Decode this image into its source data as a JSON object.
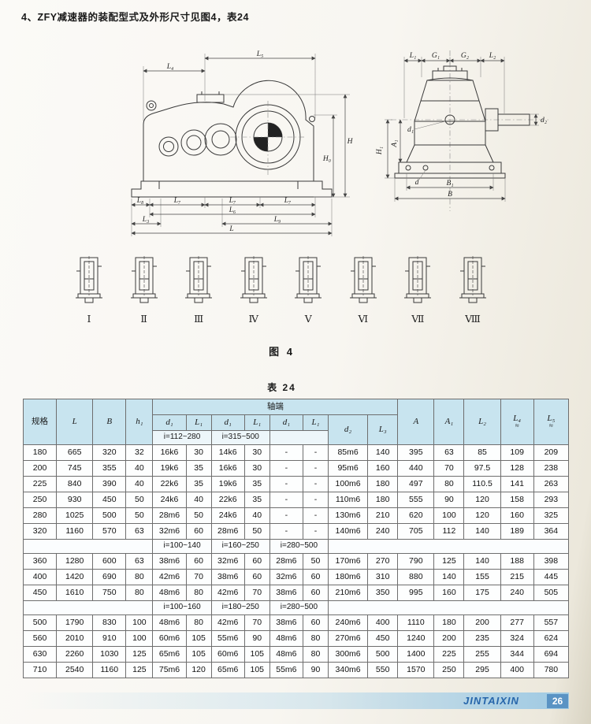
{
  "page": {
    "heading": "4、ZFY减速器的装配型式及外形尺寸见图4，表24",
    "figure_caption": "图 4",
    "table_caption": "表 24"
  },
  "footer": {
    "brand": "JINTAIXIN",
    "page_number": "26"
  },
  "figure": {
    "side_view_labels": {
      "l4": "L₄",
      "l5": "L₅",
      "h": "H",
      "h0": "H₀",
      "l8": "L₈",
      "l7a": "L₇",
      "l7b": "L₇",
      "l7c": "L₇",
      "l6": "L₆",
      "l3": "L₃",
      "l9": "L₉",
      "l": "L"
    },
    "end_view_labels": {
      "l1": "L₁",
      "g1": "G₁",
      "g2": "G₂",
      "l2": "L₂",
      "d2": "d₂",
      "h1": "H₁",
      "a1": "A₁",
      "d1": "d₁",
      "d": "d",
      "b1": "B₁",
      "b": "B"
    },
    "assembly_types": [
      "Ⅰ",
      "Ⅱ",
      "Ⅲ",
      "Ⅳ",
      "Ⅴ",
      "Ⅵ",
      "Ⅶ",
      "Ⅷ"
    ]
  },
  "table": {
    "header": {
      "spec": "规格",
      "L": "L",
      "B": "B",
      "h1": "h₁",
      "shaft_end": "轴端",
      "d1a": "d₁",
      "L1a": "L₁",
      "d1b": "d₁",
      "L1b": "L₁",
      "d1c": "d₁",
      "L1c": "L₁",
      "d2": "d₂",
      "L3": "L₃",
      "A": "A",
      "A1": "A₁",
      "L2": "L₂",
      "L4": "L₄",
      "L5": "L₅",
      "approx": "≈",
      "ratio_a": "i=112~280",
      "ratio_b": "i=315~500"
    },
    "sections": [
      {
        "divider": null,
        "rows": [
          [
            "180",
            "665",
            "320",
            "32",
            "16k6",
            "30",
            "14k6",
            "30",
            "-",
            "-",
            "85m6",
            "140",
            "395",
            "63",
            "85",
            "109",
            "209"
          ],
          [
            "200",
            "745",
            "355",
            "40",
            "19k6",
            "35",
            "16k6",
            "30",
            "-",
            "-",
            "95m6",
            "160",
            "440",
            "70",
            "97.5",
            "128",
            "238"
          ],
          [
            "225",
            "840",
            "390",
            "40",
            "22k6",
            "35",
            "19k6",
            "35",
            "-",
            "-",
            "100m6",
            "180",
            "497",
            "80",
            "110.5",
            "141",
            "263"
          ],
          [
            "250",
            "930",
            "450",
            "50",
            "24k6",
            "40",
            "22k6",
            "35",
            "-",
            "-",
            "110m6",
            "180",
            "555",
            "90",
            "120",
            "158",
            "293"
          ],
          [
            "280",
            "1025",
            "500",
            "50",
            "28m6",
            "50",
            "24k6",
            "40",
            "-",
            "-",
            "130m6",
            "210",
            "620",
            "100",
            "120",
            "160",
            "325"
          ],
          [
            "320",
            "1160",
            "570",
            "63",
            "32m6",
            "60",
            "28m6",
            "50",
            "-",
            "-",
            "140m6",
            "240",
            "705",
            "112",
            "140",
            "189",
            "364"
          ]
        ]
      },
      {
        "divider": [
          "i=100~140",
          "i=160~250",
          "i=280~500"
        ],
        "rows": [
          [
            "360",
            "1280",
            "600",
            "63",
            "38m6",
            "60",
            "32m6",
            "60",
            "28m6",
            "50",
            "170m6",
            "270",
            "790",
            "125",
            "140",
            "188",
            "398"
          ],
          [
            "400",
            "1420",
            "690",
            "80",
            "42m6",
            "70",
            "38m6",
            "60",
            "32m6",
            "60",
            "180m6",
            "310",
            "880",
            "140",
            "155",
            "215",
            "445"
          ],
          [
            "450",
            "1610",
            "750",
            "80",
            "48m6",
            "80",
            "42m6",
            "70",
            "38m6",
            "60",
            "210m6",
            "350",
            "995",
            "160",
            "175",
            "240",
            "505"
          ]
        ]
      },
      {
        "divider": [
          "i=100~160",
          "i=180~250",
          "i=280~500"
        ],
        "rows": [
          [
            "500",
            "1790",
            "830",
            "100",
            "48m6",
            "80",
            "42m6",
            "70",
            "38m6",
            "60",
            "240m6",
            "400",
            "1110",
            "180",
            "200",
            "277",
            "557"
          ],
          [
            "560",
            "2010",
            "910",
            "100",
            "60m6",
            "105",
            "55m6",
            "90",
            "48m6",
            "80",
            "270m6",
            "450",
            "1240",
            "200",
            "235",
            "324",
            "624"
          ],
          [
            "630",
            "2260",
            "1030",
            "125",
            "65m6",
            "105",
            "60m6",
            "105",
            "48m6",
            "80",
            "300m6",
            "500",
            "1400",
            "225",
            "255",
            "344",
            "694"
          ],
          [
            "710",
            "2540",
            "1160",
            "125",
            "75m6",
            "120",
            "65m6",
            "105",
            "55m6",
            "90",
            "340m6",
            "550",
            "1570",
            "250",
            "295",
            "400",
            "780"
          ]
        ]
      }
    ]
  }
}
